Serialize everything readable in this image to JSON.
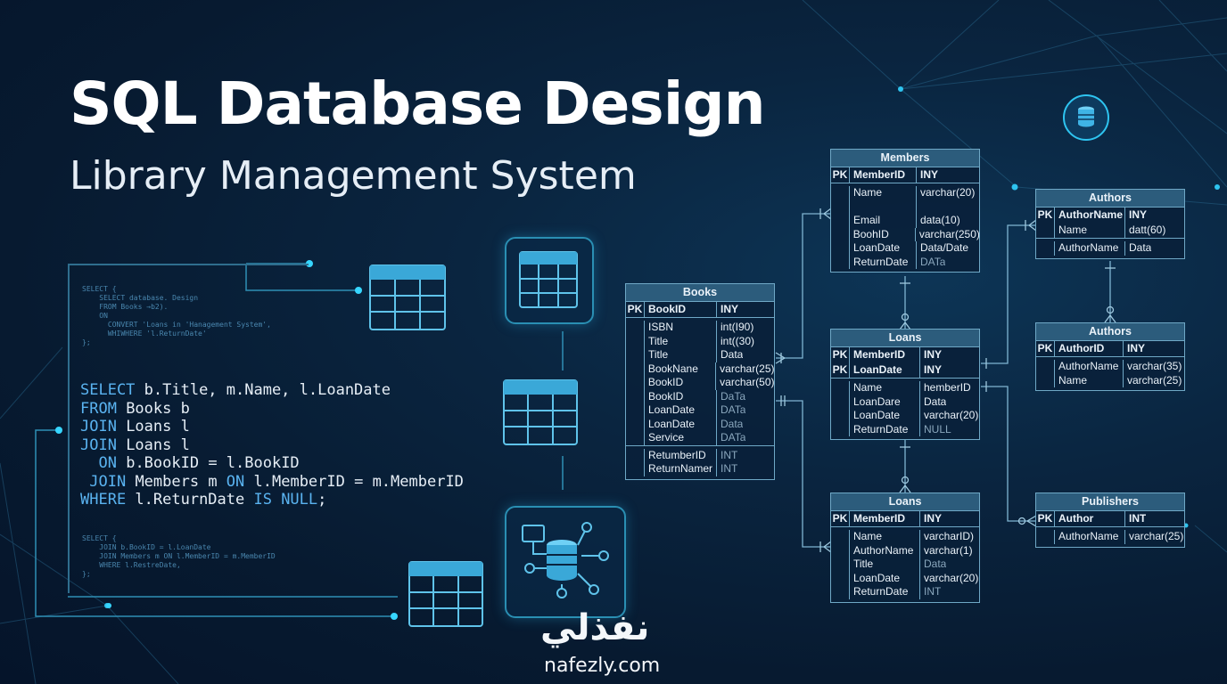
{
  "header": {
    "title": "SQL Database Design",
    "subtitle": "Library Management System"
  },
  "code": {
    "small_top": [
      "SELECT {",
      "    SELECT database. Design",
      "    FROM Books →b2).",
      "    ON",
      "      CONVERT 'Loans in 'Hanagement System',",
      "      WHIWHERE 'l.ReturnDate'",
      "};"
    ],
    "main": [
      {
        "kw": "SELECT",
        "rest": " b.Title, m.Name, l.LoanDate"
      },
      {
        "kw": "FROM",
        "rest": " Books b"
      },
      {
        "kw": "JOIN",
        "rest": " Loans l"
      },
      {
        "kw": "JOIN",
        "rest": " Loans l"
      },
      {
        "pre": "  ",
        "kw": "ON",
        "rest": " b.BookID = l.BookID"
      },
      {
        "pre": " ",
        "kw": "JOIN",
        "rest": " Members m ",
        "kw2": "ON",
        "rest2": " l.MemberID = m.MemberID"
      },
      {
        "kw": "WHERE",
        "rest": " l.ReturnDate ",
        "kw2": "IS NULL",
        "rest2": ";"
      }
    ],
    "small_bottom": [
      "SELECT {",
      "    JOIN b.BookID = l.LoanDate",
      "    JOIN Members m ON l.MemberID = m.MemberID",
      "    WHERE l.RestreDate,",
      "};"
    ]
  },
  "tables": {
    "members": {
      "title": "Members",
      "pk": [
        {
          "key": "PK",
          "name": "MemberID",
          "type": "INY"
        }
      ],
      "rows": [
        {
          "name": "Name",
          "type": "varchar(20)"
        },
        {
          "name": "",
          "type": ""
        },
        {
          "name": "Email",
          "type": "data(10)"
        },
        {
          "name": "BoohID",
          "type": "varchar(250)"
        },
        {
          "name": "LoanDate",
          "type": "Data/Date"
        },
        {
          "name": "ReturnDate",
          "type": "DATa",
          "dim": true
        }
      ]
    },
    "books": {
      "title": "Books",
      "pk": [
        {
          "key": "PK",
          "name": "BookID",
          "type": "INY"
        }
      ],
      "rows": [
        {
          "name": "ISBN",
          "type": "int(I90)"
        },
        {
          "name": "Title",
          "type": "int((30)"
        },
        {
          "name": "Title",
          "type": "Data"
        },
        {
          "name": "BookNane",
          "type": "varchar(25)"
        },
        {
          "name": "BookID",
          "type": "varchar(50)"
        },
        {
          "name": "BookID",
          "type": "DaTa",
          "dim": true
        },
        {
          "name": "LoanDate",
          "type": "DATa",
          "dim": true
        },
        {
          "name": "LoanDate",
          "type": "Data",
          "dim": true
        },
        {
          "name": "Service",
          "type": "DATa",
          "dim": true
        }
      ],
      "rows2": [
        {
          "name": "RetumberID",
          "type": "INT",
          "dim": true
        },
        {
          "name": "ReturnNamer",
          "type": "INT",
          "dim": true
        }
      ]
    },
    "loans_mid": {
      "title": "Loans",
      "pk": [
        {
          "key": "PK",
          "name": "MemberID",
          "type": "INY"
        },
        {
          "key": "PK",
          "name": "LoanDate",
          "type": "INY"
        }
      ],
      "rows": [
        {
          "name": "Name",
          "type": "hemberID"
        },
        {
          "name": "LoanDare",
          "type": "Data"
        },
        {
          "name": "LoanDate",
          "type": "varchar(20)"
        },
        {
          "name": "ReturnDate",
          "type": "NULL",
          "dim": true
        }
      ]
    },
    "loans_bottom": {
      "title": "Loans",
      "pk": [
        {
          "key": "PK",
          "name": "MemberID",
          "type": "INY"
        }
      ],
      "rows": [
        {
          "name": "Name",
          "type": "varcharID)"
        },
        {
          "name": "AuthorName",
          "type": "varchar(1)"
        },
        {
          "name": "Title",
          "type": "Data",
          "dim": true
        },
        {
          "name": "LoanDate",
          "type": "varchar(20)"
        },
        {
          "name": "ReturnDate",
          "type": "INT",
          "dim": true
        }
      ]
    },
    "authors_top": {
      "title": "Authors",
      "pk": [
        {
          "key": "PK",
          "name": "AuthorName",
          "type": "INY"
        }
      ],
      "pk_extra": {
        "name": "Name",
        "type": "datt(60)"
      },
      "rows": [
        {
          "name": "AuthorName",
          "type": "Data"
        }
      ]
    },
    "authors_mid": {
      "title": "Authors",
      "pk": [
        {
          "key": "PK",
          "name": "AuthorID",
          "type": "INY"
        }
      ],
      "rows": [
        {
          "name": "AuthorName",
          "type": "varchar(35)"
        },
        {
          "name": "Name",
          "type": "varchar(25)"
        }
      ]
    },
    "publishers": {
      "title": "Publishers",
      "pk": [
        {
          "key": "PK",
          "name": "Author",
          "type": "INT"
        }
      ],
      "rows": [
        {
          "name": "AuthorName",
          "type": "varchar(25)"
        }
      ]
    }
  },
  "branding": {
    "logo_text": "نفذلي",
    "url": "nafezly.com"
  },
  "colors": {
    "background": "#071a30",
    "accent": "#2ec4f0",
    "table_header": "#2c5c7c",
    "table_border": "#6fa8c6",
    "keyword": "#5ab3f0"
  }
}
